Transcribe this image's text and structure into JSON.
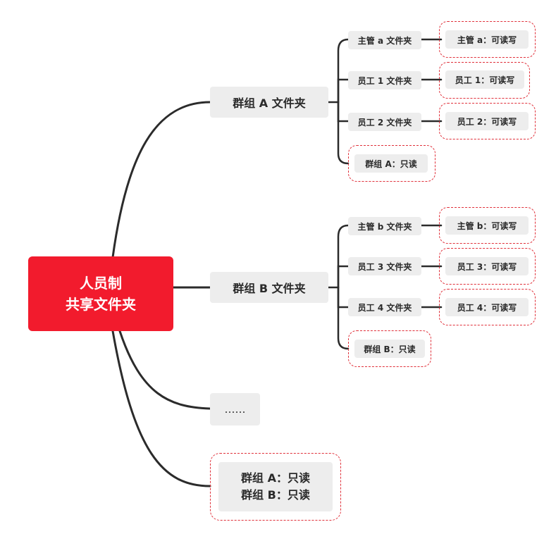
{
  "root": {
    "line1": "人员制",
    "line2": "共享文件夹"
  },
  "groups": [
    {
      "label": "群组 A 文件夹",
      "children": [
        {
          "label": "主管 a 文件夹",
          "permission": "主管 a：可读写"
        },
        {
          "label": "员工 1 文件夹",
          "permission": "员工 1：可读写"
        },
        {
          "label": "员工 2 文件夹",
          "permission": "员工 2：可读写"
        }
      ],
      "group_permission": "群组 A：只读"
    },
    {
      "label": "群组 B 文件夹",
      "children": [
        {
          "label": "主管 b 文件夹",
          "permission": "主管 b：可读写"
        },
        {
          "label": "员工 3 文件夹",
          "permission": "员工 3：可读写"
        },
        {
          "label": "员工 4 文件夹",
          "permission": "员工 4：可读写"
        }
      ],
      "group_permission": "群组 B：只读"
    }
  ],
  "more": "……",
  "summary": {
    "line1": "群组 A：只读",
    "line2": "群组 B：只读"
  },
  "colors": {
    "root": "#f21b2d",
    "node": "#ededed",
    "dash": "#e0303a",
    "line": "#2b2b2b"
  }
}
